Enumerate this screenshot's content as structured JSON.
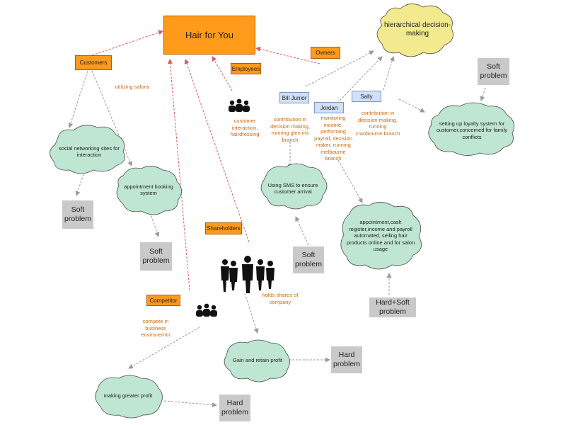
{
  "main": {
    "title": "Hair for You"
  },
  "decision": {
    "label": "hierarchical decision-making"
  },
  "tags": {
    "customers": "Customers",
    "owners": "Owners",
    "employees": "Employees",
    "shareholders": "Shareholders",
    "competitor": "Competitor"
  },
  "people": {
    "bill": "Bill Junior",
    "jordan": "Jordan",
    "sally": "Sally"
  },
  "texts": {
    "utilizing": "utilizing salons",
    "employee_role": "customer interaction, hairdressing",
    "bill_role": "contribution in decision making, running glen iris branch",
    "jordan_role": "monitoring income, performing payroll, decision maker, running melbourne branch",
    "sally_role": "contribution in decision making, running cranbourne branch",
    "holds": "holds shares of company",
    "compete": "compete in business environemtn"
  },
  "clouds": {
    "social": "social networking sites for interaction",
    "booking": "appointment booking system",
    "sms": "Using SMS to ensure customer arrival",
    "appointment": "appointment,cash register,income and payroll automated, selling hair products online and for salon usage",
    "loyalty": "setting up loyalty system for customer,concerned for family conflicts",
    "gain": "Gain and retain profit",
    "greater": "making greater profit"
  },
  "problems": {
    "soft": "Soft problem",
    "hard": "Hard problem",
    "hardsoft": "Hard+Soft problem"
  },
  "colors": {
    "orange": "#ff9a1a",
    "cloud": "#bfe6d2",
    "yellow_cloud": "#f3ea8f",
    "gray": "#c9c9c9",
    "blue": "#cfe0f7",
    "red_arrow": "#e05a5a",
    "gray_arrow": "#9a9a9a",
    "orange_text": "#cc6a10"
  },
  "icons": {
    "group": "people-group-icon",
    "business": "business-people-icon"
  }
}
